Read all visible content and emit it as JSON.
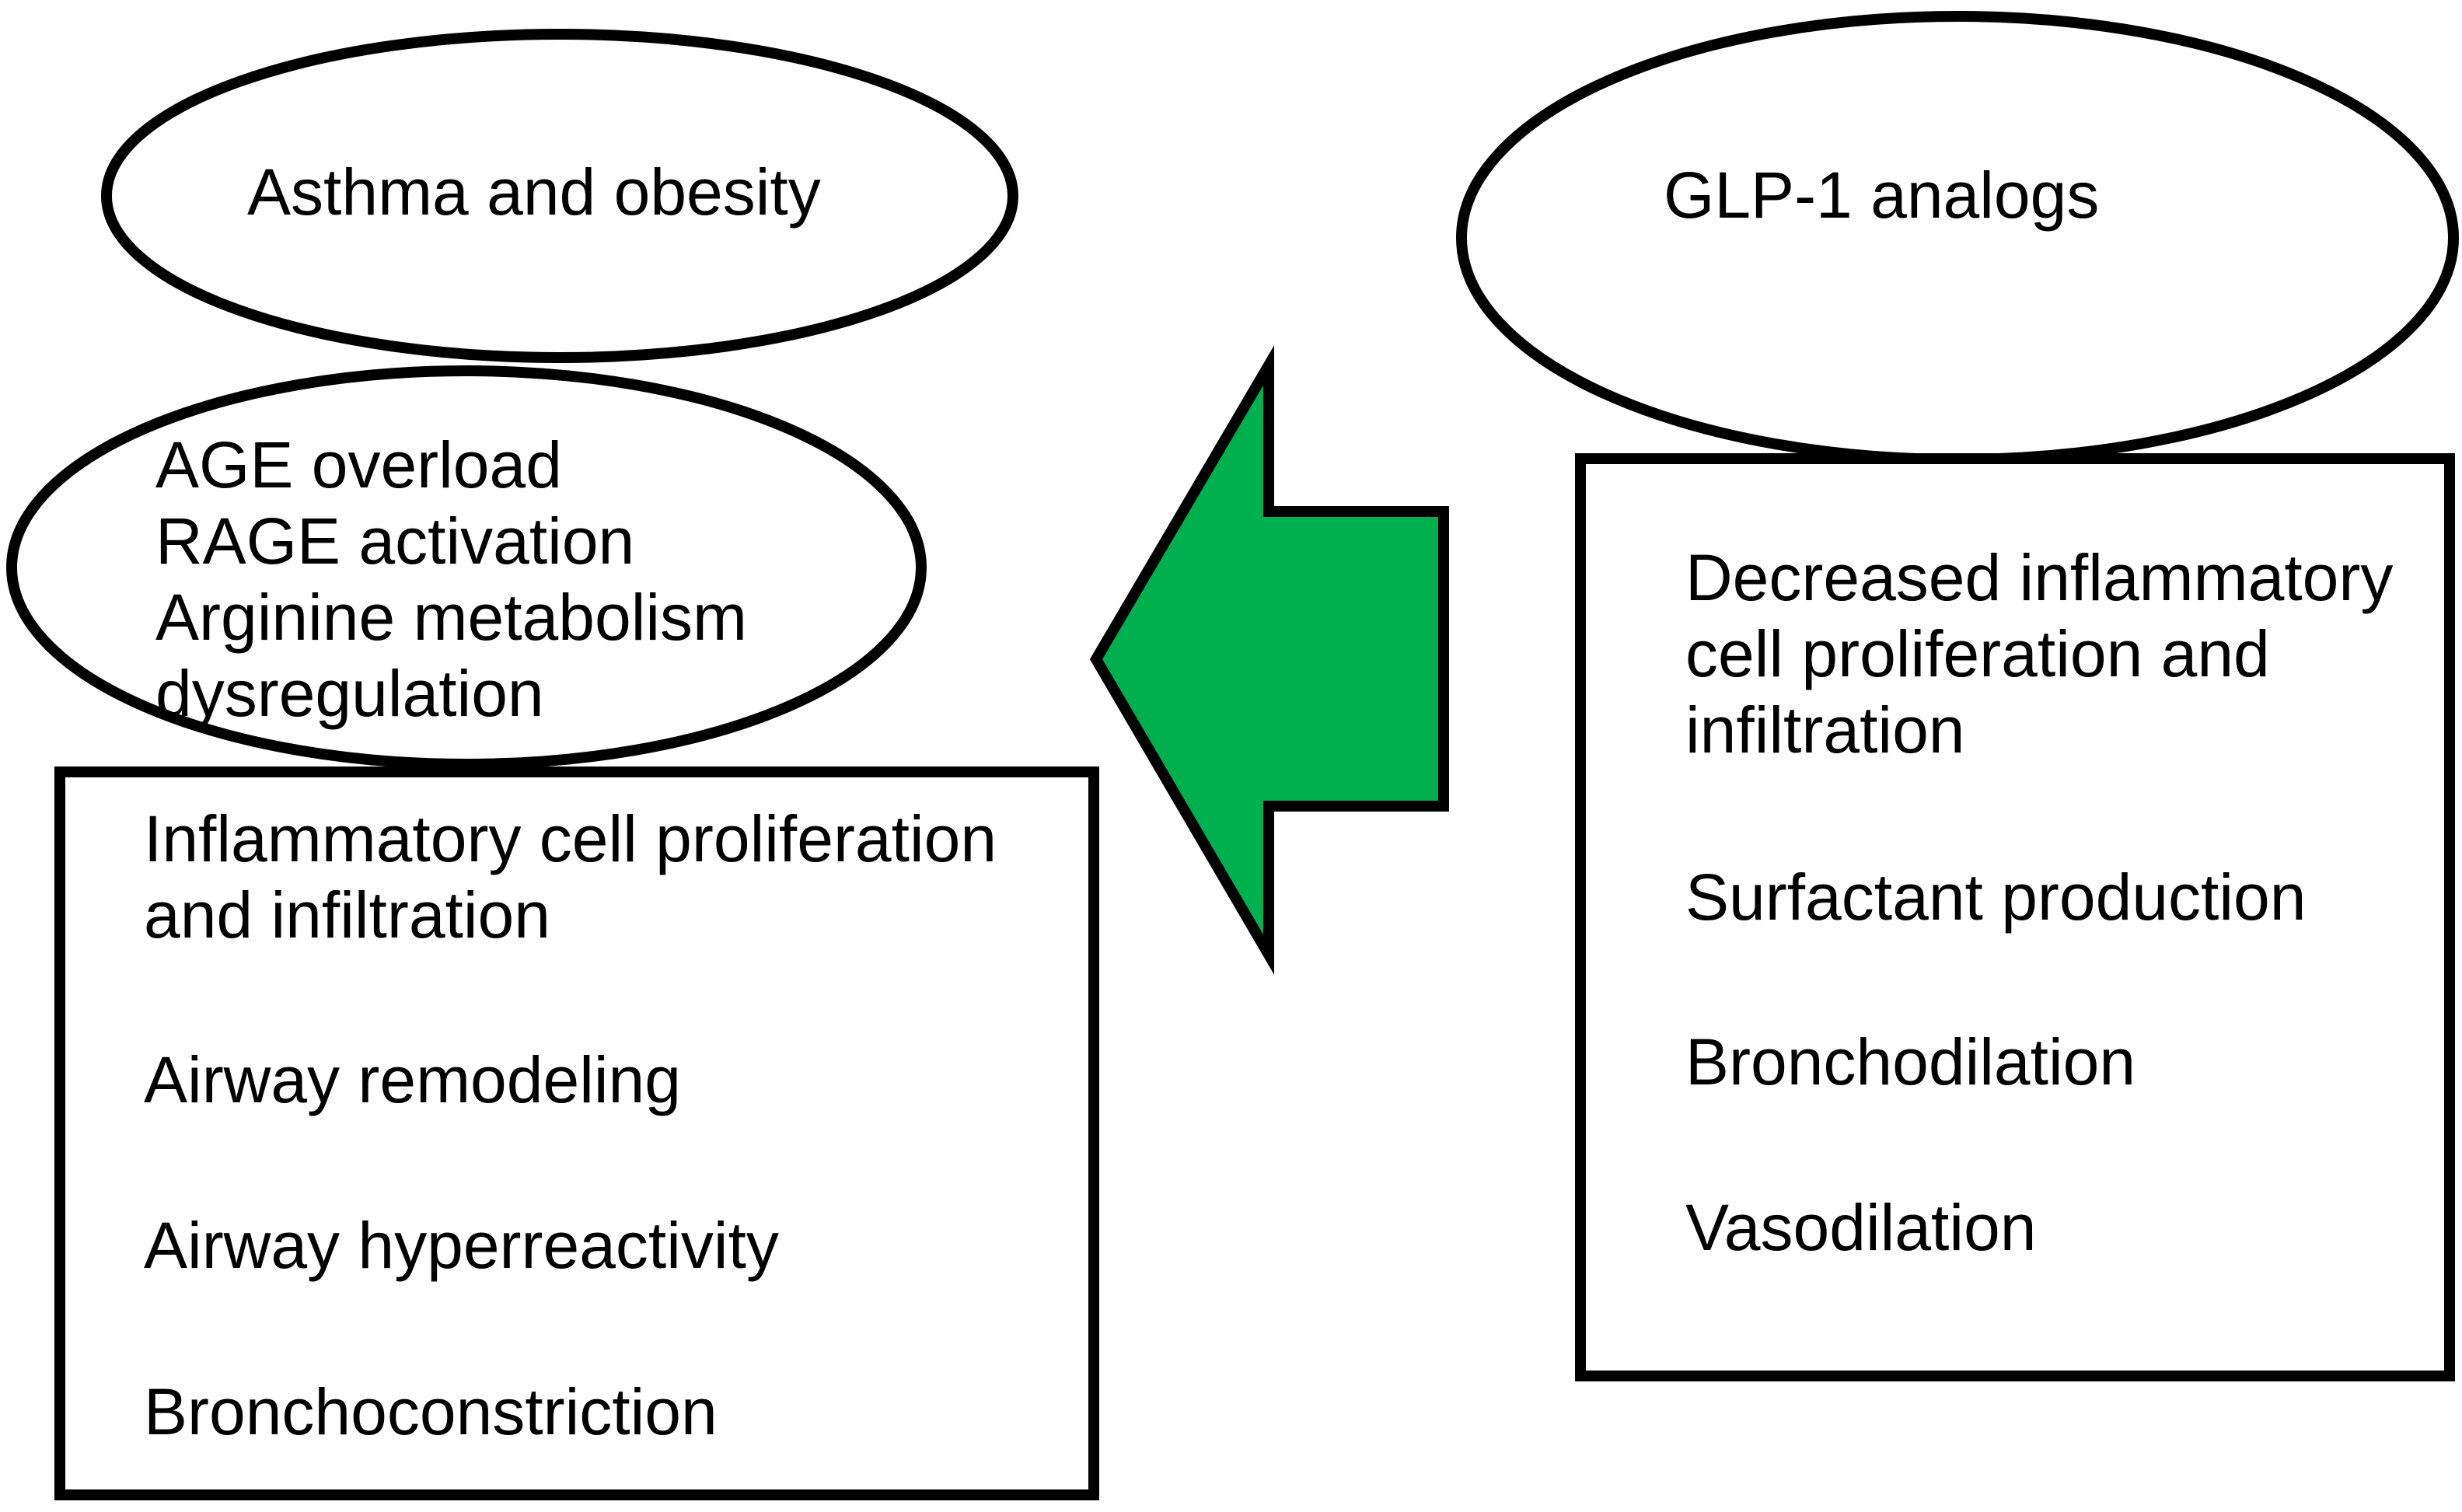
{
  "left": {
    "title": "Asthma and obesity",
    "mechanisms": [
      "AGE overload",
      "RAGE activation",
      "Arginine metabolism",
      "dysregulation"
    ],
    "effects": [
      [
        "Inflammatory cell proliferation",
        "and infiltration"
      ],
      [
        "Airway remodeling"
      ],
      [
        "Airway hyperreactivity"
      ],
      [
        "Bronchoconstriction"
      ]
    ]
  },
  "right": {
    "title": "GLP-1 analogs",
    "effects": [
      [
        "Decreased inflammatory",
        "cell proliferation and",
        "infiltration"
      ],
      [
        "Surfactant production"
      ],
      [
        "Bronchodilation"
      ],
      [
        "Vasodilation"
      ]
    ]
  },
  "colors": {
    "arrow_fill": "#00b04f",
    "stroke": "#000000",
    "background": "#ffffff"
  }
}
